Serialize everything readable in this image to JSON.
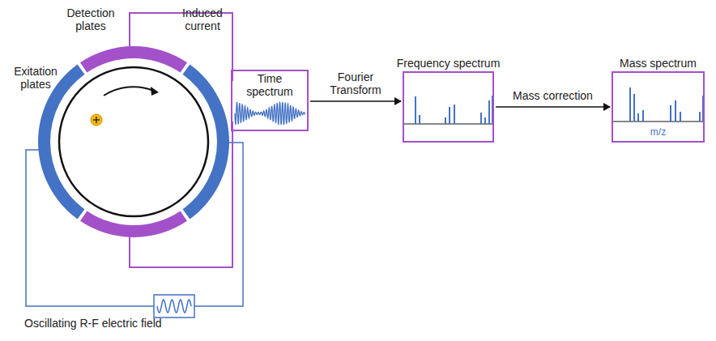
{
  "diagram": {
    "nodes": [
      {
        "text": [
          "Time spectrum"
        ]
      },
      {
        "text": [
          "Frequency spectrum"
        ]
      },
      {
        "text": [
          "Mass spectrum",
          "m/z"
        ]
      }
    ],
    "edges": [
      {
        "from": 0,
        "to": 1,
        "arrow": "to",
        "label": "Fourier Transform"
      },
      {
        "from": 1,
        "to": 2,
        "arrow": "to",
        "label": "Mass correction"
      }
    ],
    "labels": [
      "Detection plates",
      "Induced current",
      "Exitation plates",
      "Oscillating R-F electric field"
    ]
  }
}
